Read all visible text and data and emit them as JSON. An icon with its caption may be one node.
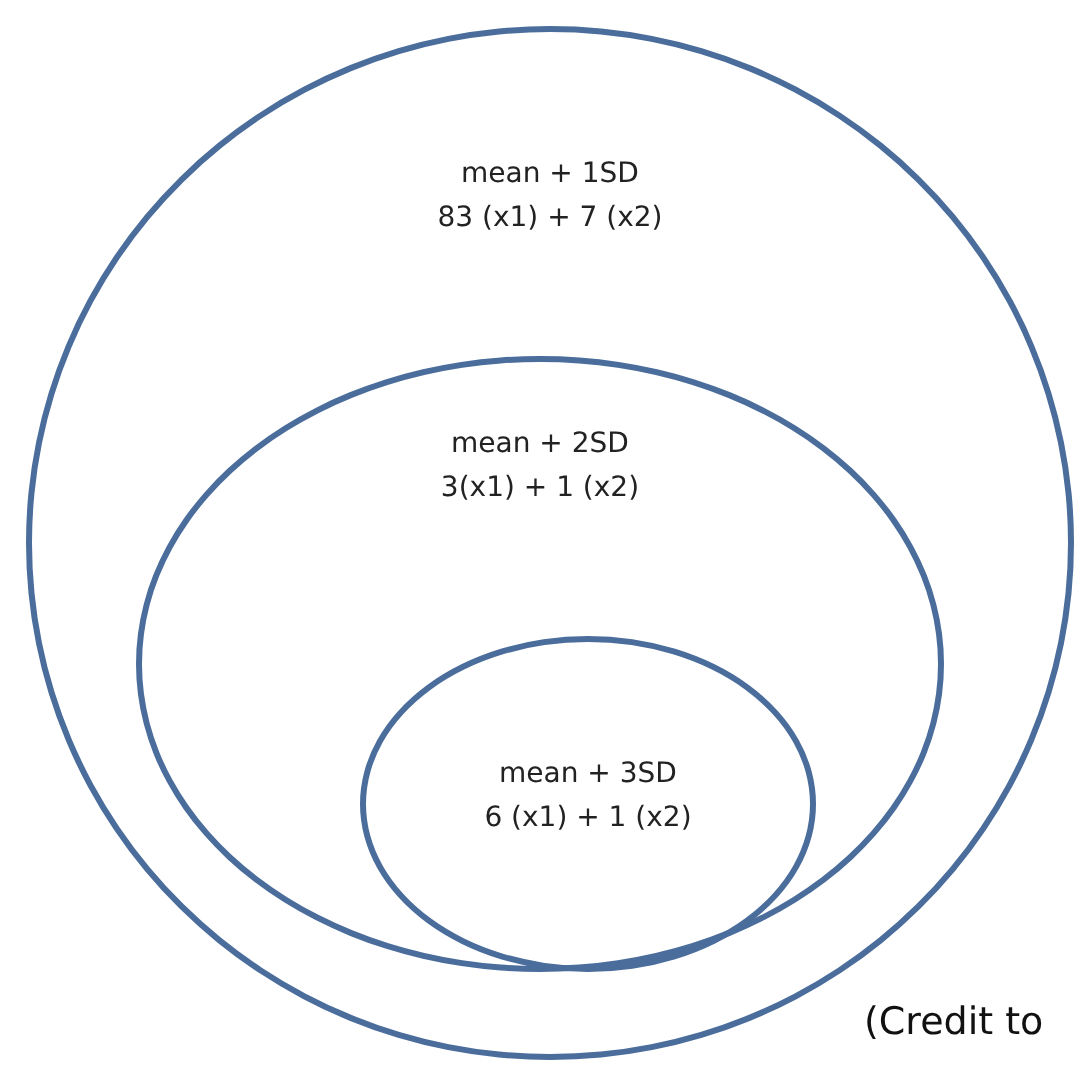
{
  "diagram": {
    "nodes": [
      {
        "text": [
          "mean + 1SD",
          "83 (x1) + 7 (x2)"
        ]
      },
      {
        "text": [
          "mean + 2SD",
          "3(x1) + 1 (x2)"
        ],
        "in": 0
      },
      {
        "text": [
          "mean + 3SD",
          "6 (x1) + 1 (x2)"
        ],
        "in": 1
      }
    ],
    "labels": [
      "(Credit to"
    ]
  }
}
